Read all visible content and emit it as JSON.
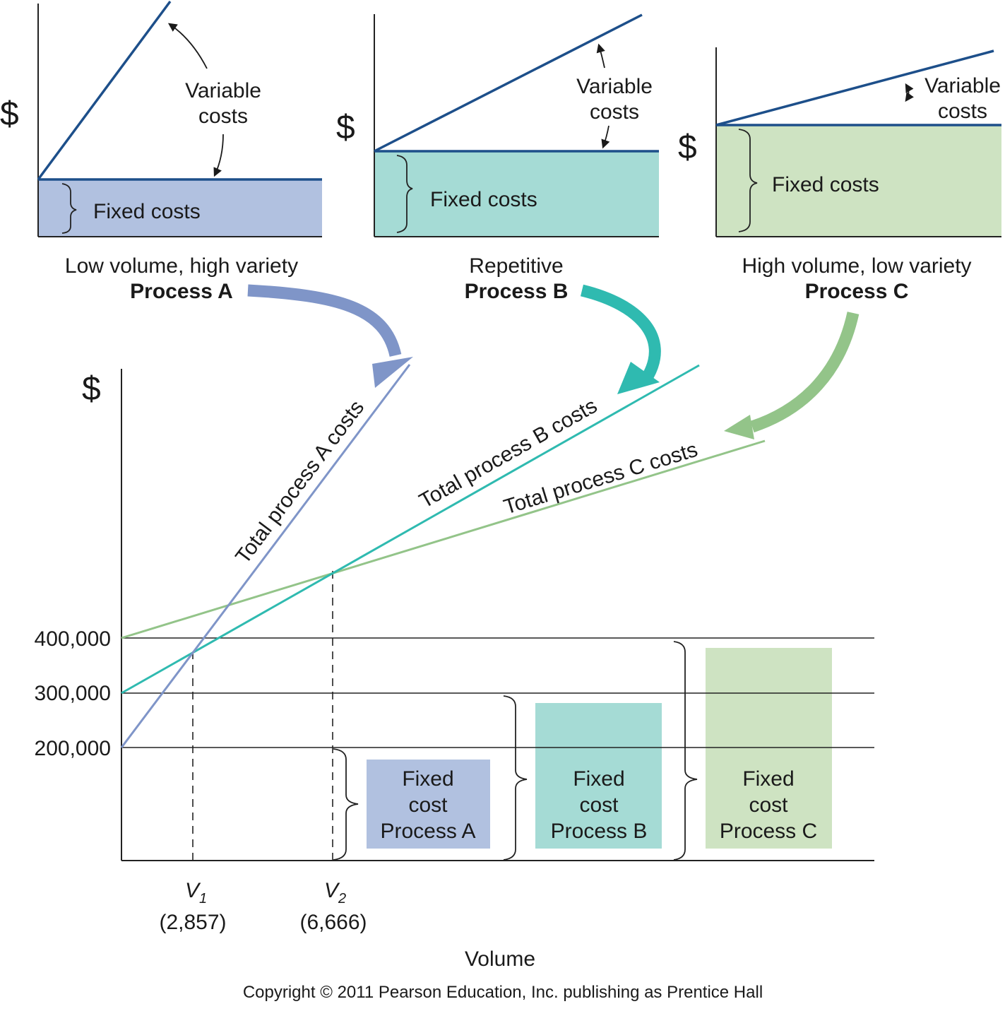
{
  "colors": {
    "process_a": "#7f95c8",
    "process_a_fill": "#b1c1e0",
    "process_b": "#2fbab0",
    "process_b_fill": "#a5dbd5",
    "process_c": "#93c489",
    "process_c_fill": "#cee3c2",
    "dark_line": "#1d4f8a",
    "axis": "#222222"
  },
  "panels": [
    {
      "id": "a",
      "currency_symbol": "$",
      "variable_line1": "Variable",
      "variable_line2": "costs",
      "fixed_label": "Fixed costs",
      "caption": "Low volume, high variety",
      "process": "Process A"
    },
    {
      "id": "b",
      "currency_symbol": "$",
      "variable_line1": "Variable",
      "variable_line2": "costs",
      "fixed_label": "Fixed costs",
      "caption": "Repetitive",
      "process": "Process B"
    },
    {
      "id": "c",
      "currency_symbol": "$",
      "variable_line1": "Variable",
      "variable_line2": "costs",
      "fixed_label": "Fixed costs",
      "caption": "High volume, low variety",
      "process": "Process C"
    }
  ],
  "chart_data": {
    "type": "line",
    "ylabel": "$",
    "xlabel": "Volume",
    "y_ticks": [
      {
        "label": "400,000",
        "value": 400000
      },
      {
        "label": "300,000",
        "value": 300000
      },
      {
        "label": "200,000",
        "value": 200000
      }
    ],
    "series": [
      {
        "name": "Total process A costs",
        "fixed": 200000,
        "variable_per_unit": 60,
        "x_end": 11500
      },
      {
        "name": "Total process B costs",
        "fixed": 300000,
        "variable_per_unit": 25,
        "x_end": 20800
      },
      {
        "name": "Total process C costs",
        "fixed": 400000,
        "variable_per_unit": 10,
        "x_end": 23000
      }
    ],
    "crossovers": [
      {
        "label": "V",
        "subscript": "1",
        "value_label": "(2,857)",
        "x": 2857
      },
      {
        "label": "V",
        "subscript": "2",
        "value_label": "(6,666)",
        "x": 6666
      }
    ],
    "fixed_boxes": [
      {
        "line1": "Fixed",
        "line2": "cost",
        "line3": "Process A",
        "value": 200000
      },
      {
        "line1": "Fixed",
        "line2": "cost",
        "line3": "Process B",
        "value": 300000
      },
      {
        "line1": "Fixed",
        "line2": "cost",
        "line3": "Process C",
        "value": 400000
      }
    ]
  },
  "footer": {
    "copyright": "Copyright © 2011 Pearson Education, Inc. publishing as Prentice Hall"
  }
}
